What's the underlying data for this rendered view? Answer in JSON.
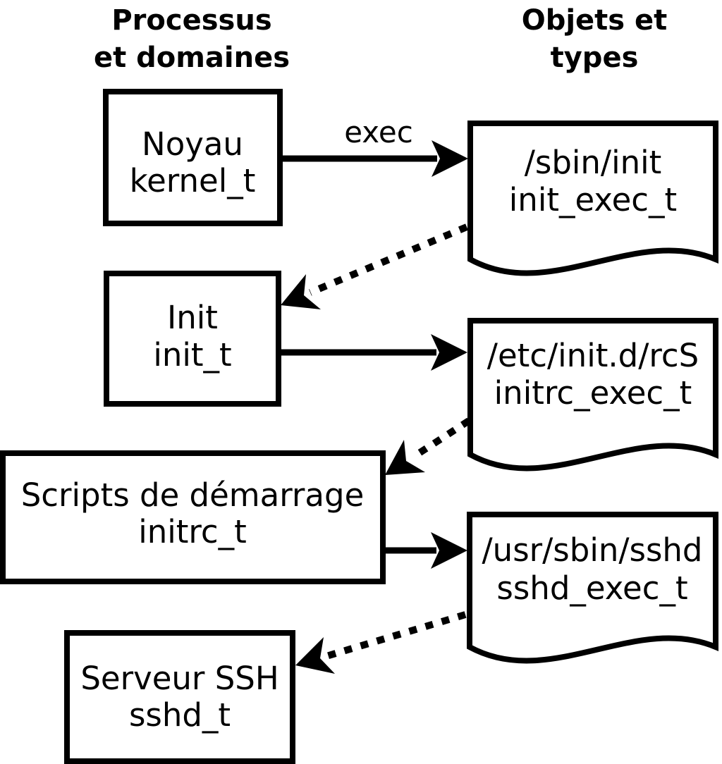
{
  "diagram": {
    "left_column_header": {
      "line1": "Processus",
      "line2": "et domaines"
    },
    "right_column_header": {
      "line1": "Objets et",
      "line2": "types"
    },
    "process_boxes": [
      {
        "name": "Noyau",
        "type": "kernel_t"
      },
      {
        "name": "Init",
        "type": "init_t"
      },
      {
        "name": "Scripts de démarrage",
        "type": "initrc_t"
      },
      {
        "name": "Serveur SSH",
        "type": "sshd_t"
      }
    ],
    "object_files": [
      {
        "path": "/sbin/init",
        "type": "init_exec_t"
      },
      {
        "path": "/etc/init.d/rcS",
        "type": "initrc_exec_t"
      },
      {
        "path": "/usr/sbin/sshd",
        "type": "sshd_exec_t"
      }
    ],
    "arrow_labels": {
      "exec": "exec"
    },
    "colors": {
      "ink": "#000000",
      "background": "#ffffff"
    }
  }
}
